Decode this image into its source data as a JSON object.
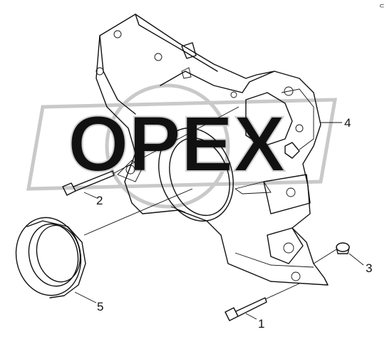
{
  "diagram": {
    "corner_mark": "⊂",
    "watermark": "OPEX",
    "callouts": [
      {
        "id": "1",
        "label": "1"
      },
      {
        "id": "2",
        "label": "2"
      },
      {
        "id": "3",
        "label": "3"
      },
      {
        "id": "4",
        "label": "4"
      },
      {
        "id": "5",
        "label": "5"
      }
    ],
    "colors": {
      "line": "#111111",
      "watermark": "#c9c9c9",
      "background": "#ffffff"
    }
  }
}
